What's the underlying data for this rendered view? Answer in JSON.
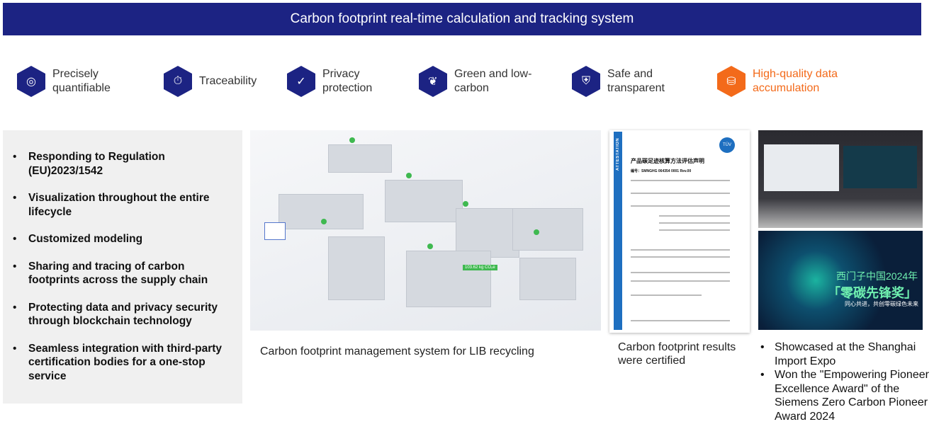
{
  "header": {
    "title": "Carbon footprint real-time calculation and tracking system"
  },
  "features": [
    {
      "label": "Precisely\nquantifiable",
      "icon": "target-icon"
    },
    {
      "label": "Traceability",
      "icon": "stopwatch-icon"
    },
    {
      "label": "Privacy\nprotection",
      "icon": "shield-check-icon"
    },
    {
      "label": "Green and low-\ncarbon",
      "icon": "leaf-icon"
    },
    {
      "label": "Safe and\ntransparent",
      "icon": "shield-icon"
    },
    {
      "label": "High-quality data\naccumulation",
      "icon": "database-icon",
      "highlight": "#f36a1a"
    }
  ],
  "bullets": [
    "Responding to Regulation (EU)2023/1542",
    "Visualization throughout the entire lifecycle",
    "Customized modeling",
    "Sharing and tracing of carbon footprints across the supply chain",
    "Protecting data and privacy security through blockchain technology",
    "Seamless integration with third-party certification bodies for a one-stop service"
  ],
  "plant": {
    "caption": "Carbon footprint management system for LIB recycling",
    "readout": "103.62 kg CO₂e"
  },
  "certificate": {
    "caption": "Carbon footprint results were certified",
    "title": "产品碳足迹核算方法评估声明",
    "number": "编号：SMNGHG 064354 0001 Rev.00",
    "logo": "TÜV",
    "side": "ATTESTATION"
  },
  "photos": {
    "award_line1": "西门子中国2024年",
    "award_line2": "「零碳先锋奖」",
    "award_line3": "同心共进，共创零碳绿色未来"
  },
  "right_bullets": [
    "Showcased at the Shanghai Import Expo",
    "Won the \"Empowering Pioneer Excellence Award\" of the Siemens Zero Carbon Pioneer Award 2024"
  ]
}
